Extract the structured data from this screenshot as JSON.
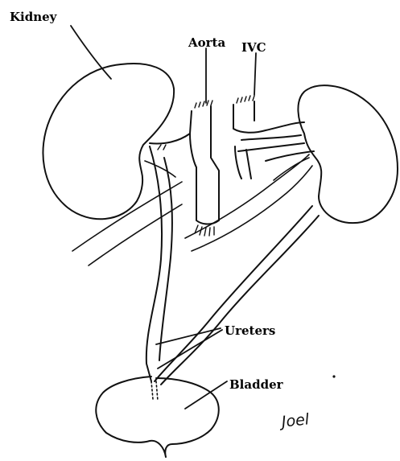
{
  "labels": {
    "kidney": "Kidney",
    "aorta": "Aorta",
    "ivc": "IVC",
    "ureters": "Ureters",
    "bladder": "Bladder"
  },
  "signature": "Joel",
  "colors": {
    "ink": "#111111",
    "background": "#ffffff"
  }
}
